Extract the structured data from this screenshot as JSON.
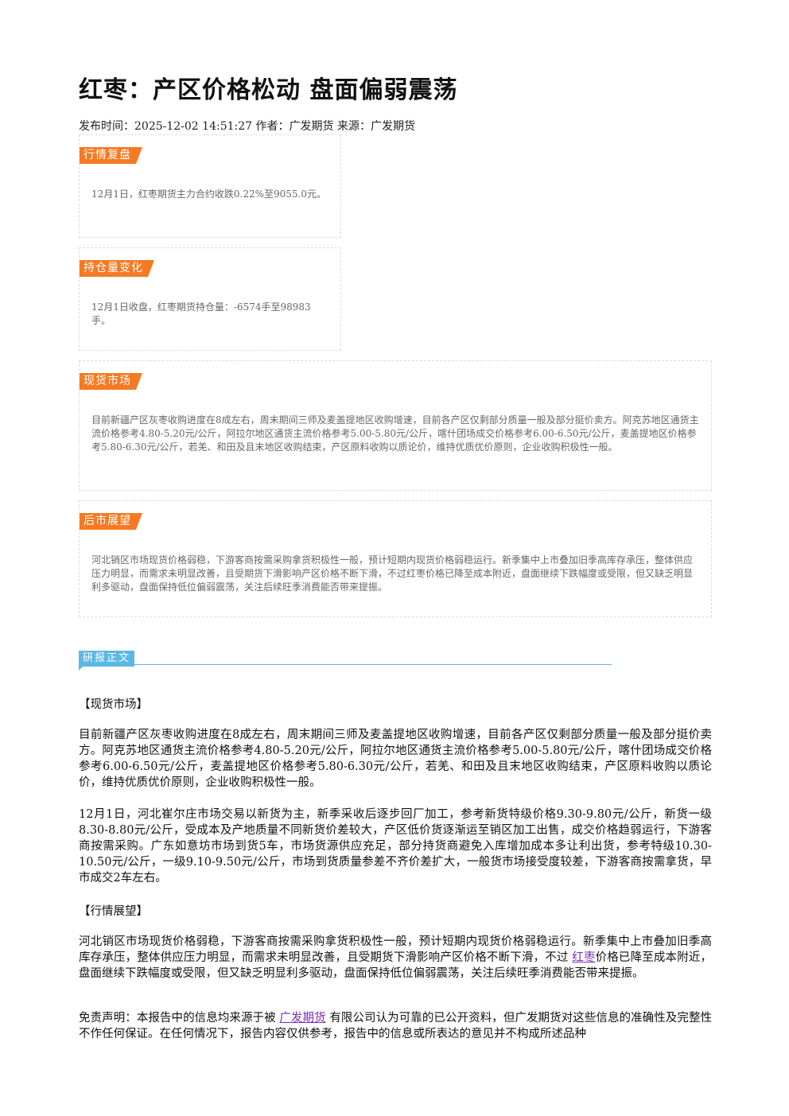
{
  "title": "红枣：产区价格松动 盘面偏弱震荡",
  "meta": "发布时间：2025-12-02 14:51:27 作者：广发期货 来源：广发期货",
  "cards": [
    {
      "tag": "行情复盘",
      "text": "12月1日，红枣期货主力合约收跌0.22%至9055.0元。"
    },
    {
      "tag": "持仓量变化",
      "text": "12月1日收盘，红枣期货持仓量：-6574手至98983手。"
    },
    {
      "tag": "现货市场",
      "text": "目前新疆产区灰枣收购进度在8成左右，周末期间三师及麦盖提地区收购增速，目前各产区仅剩部分质量一般及部分挺价卖方。阿克苏地区通货主流价格参考4.80-5.20元/公斤，阿拉尔地区通货主流价格参考5.00-5.80元/公斤，喀什团场成交价格参考6.00-6.50元/公斤，麦盖提地区价格参考5.80-6.30元/公斤，若羌、和田及且末地区收购结束，产区原料收购以质论价，维持优质优价原则，企业收购积极性一般。"
    },
    {
      "tag": "后市展望",
      "text": "河北销区市场现货价格弱稳，下游客商按需采购拿货积极性一般，预计短期内现货价格弱稳运行。新季集中上市叠加旧季高库存承压，整体供应压力明显，而需求未明显改善，且受期货下滑影响产区价格不断下滑，不过红枣价格已降至成本附近，盘面继续下跌幅度或受限，但又缺乏明显利多驱动，盘面保持低位偏弱震荡，关注后续旺季消费能否带来提振。"
    }
  ],
  "section_title": "研报正文",
  "body": {
    "h1": "【现货市场】",
    "p1": "目前新疆产区灰枣收购进度在8成左右，周末期间三师及麦盖提地区收购增速，目前各产区仅剩部分质量一般及部分挺价卖方。阿克苏地区通货主流价格参考4.80-5.20元/公斤，阿拉尔地区通货主流价格参考5.00-5.80元/公斤，喀什团场成交价格参考6.00-6.50元/公斤，麦盖提地区价格参考5.80-6.30元/公斤，若羌、和田及且末地区收购结束，产区原料收购以质论价，维持优质优价原则，企业收购积极性一般。",
    "p2": "12月1日，河北崔尔庄市场交易以新货为主，新季采收后逐步回厂加工，参考新货特级价格9.30-9.80元/公斤，新货一级8.30-8.80元/公斤，受成本及产地质量不同新货价差较大，产区低价货逐渐运至销区加工出售，成交价格趋弱运行，下游客商按需采购。广东如意坊市场到货5车，市场货源供应充足，部分持货商避免入库增加成本多让利出货，参考特级10.30-10.50元/公斤，一级9.10-9.50元/公斤，市场到货质量参差不齐价差扩大，一般货市场接受度较差，下游客商按需拿货，早市成交2车左右。",
    "h2": "【行情展望】",
    "p3_a": "河北销区市场现货价格弱稳，下游客商按需采购拿货积极性一般，预计短期内现货价格弱稳运行。新季集中上市叠加旧季高库存承压，整体供应压力明显，而需求未明显改善，且受期货下滑影响产区价格不断下滑，不过 ",
    "p3_link": "红枣",
    "p3_b": "价格已降至成本附近，盘面继续下跌幅度或受限，但又缺乏明显利多驱动，盘面保持低位偏弱震荡，关注后续旺季消费能否带来提振。",
    "p4_a": "免责声明：本报告中的信息均来源于被 ",
    "p4_link": "广发期货",
    "p4_b": " 有限公司认为可靠的已公开资料，但广发期货对这些信息的准确性及完整性不作任何保证。在任何情况下，报告内容仅供参考，报告中的信息或所表达的意见并不构成所述品种"
  },
  "colors": {
    "tag": "#f57a23",
    "section": "#5bb8e4",
    "link": "#7b2fb3"
  }
}
